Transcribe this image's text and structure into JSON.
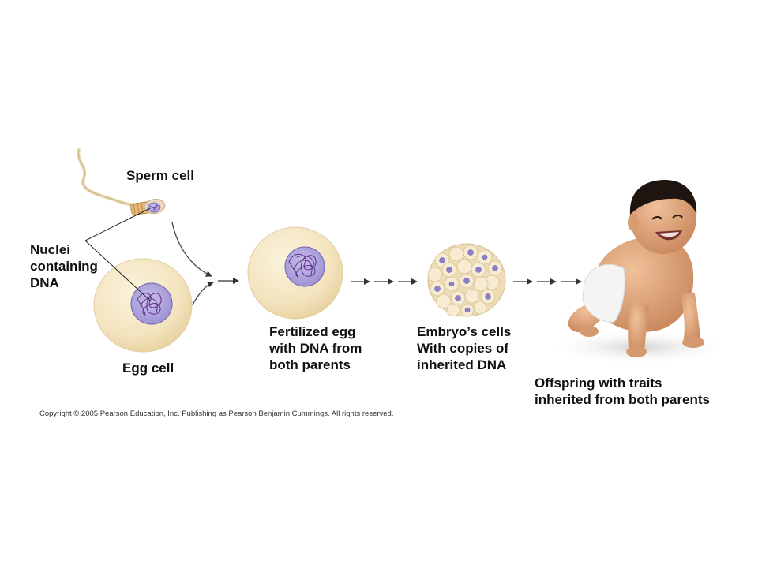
{
  "labels": {
    "sperm_cell": "Sperm cell",
    "nuclei": "Nuclei\ncontaining\nDNA",
    "egg_cell": "Egg cell",
    "fertilized_egg": "Fertilized egg\nwith DNA from\nboth parents",
    "embryo_cells": "Embryo’s cells\nWith copies of\ninherited DNA",
    "offspring": "Offspring with traits\ninherited from both parents"
  },
  "copyright": "Copyright © 2005 Pearson Education, Inc. Publishing as Pearson Benjamin Cummings. All rights reserved.",
  "colors": {
    "cell_fill": "#f4e6c4",
    "cell_edge": "#e2cf9f",
    "nucleus_fill": "#b3a8dc",
    "nucleus_edge": "#6f5fb5",
    "dna": "#5d2f8c",
    "arrow": "#333333",
    "skin": "#d9a07a",
    "diaper": "#f2f2f2"
  }
}
